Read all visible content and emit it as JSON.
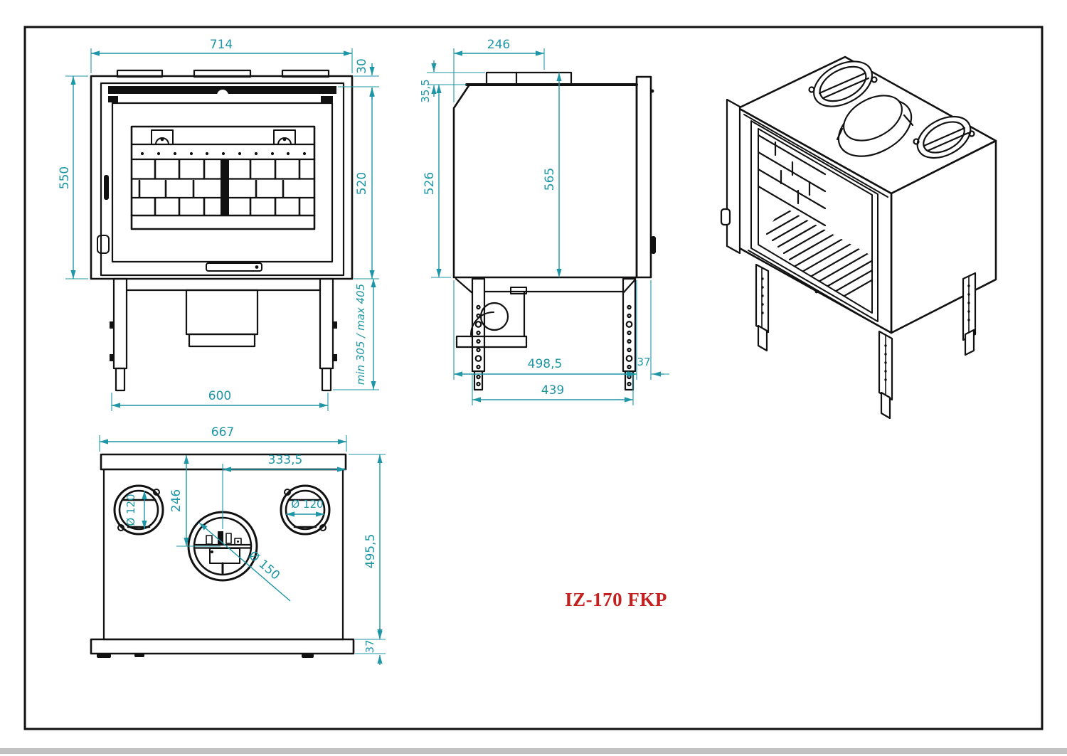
{
  "title": {
    "label": "IZ-170 FKP",
    "color": "#c32020"
  },
  "colors": {
    "line": "#111111",
    "dimension": "#1e96a5",
    "page_edge": "#c2c2c2"
  },
  "views": {
    "front": {
      "label": "front-view",
      "dims": {
        "width": "714",
        "top_flange": "30",
        "height_overall": "550",
        "height_body": "520",
        "leg_height_range": "min 305 / max 405",
        "leg_span": "600"
      }
    },
    "side": {
      "label": "side-view",
      "dims": {
        "collar_offset": "246",
        "collar_height": "35,5",
        "body_height": "526",
        "overall_height": "565",
        "depth": "498,5",
        "door_thickness": "37",
        "leg_spacing": "439"
      }
    },
    "top": {
      "label": "top-view",
      "dims": {
        "width": "667",
        "half_width": "333,5",
        "collar_center_offset": "246",
        "left_port_diameter": "Ø 120",
        "right_port_diameter": "Ø 120",
        "center_port_diameter": "Ø 150",
        "depth": "495,5",
        "front_strip": "37"
      }
    },
    "isometric": {
      "label": "isometric-view"
    }
  }
}
